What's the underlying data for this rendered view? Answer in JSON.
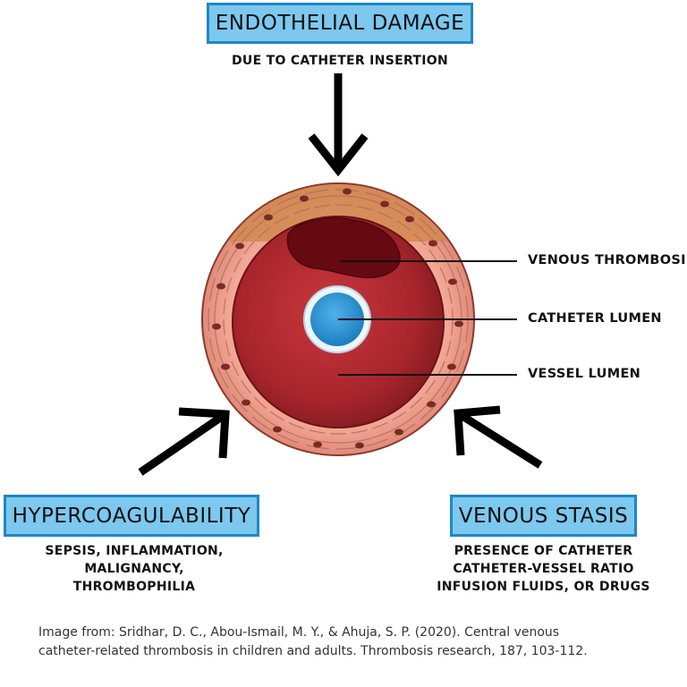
{
  "top": {
    "title": "ENDOTHELIAL DAMAGE",
    "subtitle": "DUE TO CATHETER INSERTION"
  },
  "left": {
    "title": "HYPERCOAGULABILITY",
    "lines": [
      "SEPSIS, INFLAMMATION,",
      "MALIGNANCY,",
      "THROMBOPHILIA"
    ]
  },
  "right": {
    "title": "VENOUS STASIS",
    "lines": [
      "PRESENCE OF CATHETER",
      "CATHETER-VESSEL RATIO",
      "INFUSION FLUIDS, OR DRUGS"
    ]
  },
  "labels": {
    "thrombosis": "VENOUS THROMBOSIS",
    "catheter": "CATHETER LUMEN",
    "vessel": "VESSEL LUMEN"
  },
  "caption": {
    "line1": "Image from: Sridhar, D. C., Abou-Ismail, M. Y., & Ahuja, S. P. (2020). Central venous",
    "line2": "catheter-related thrombosis in children and adults. Thrombosis research, 187, 103-112."
  },
  "colors": {
    "box_fill": "#7dc8ee",
    "box_border": "#1f87c4",
    "vessel_wall": "#f0a090",
    "vessel_lumen": "#b02a30",
    "thrombus": "#6a0a12",
    "catheter": "#2f9ad8"
  }
}
